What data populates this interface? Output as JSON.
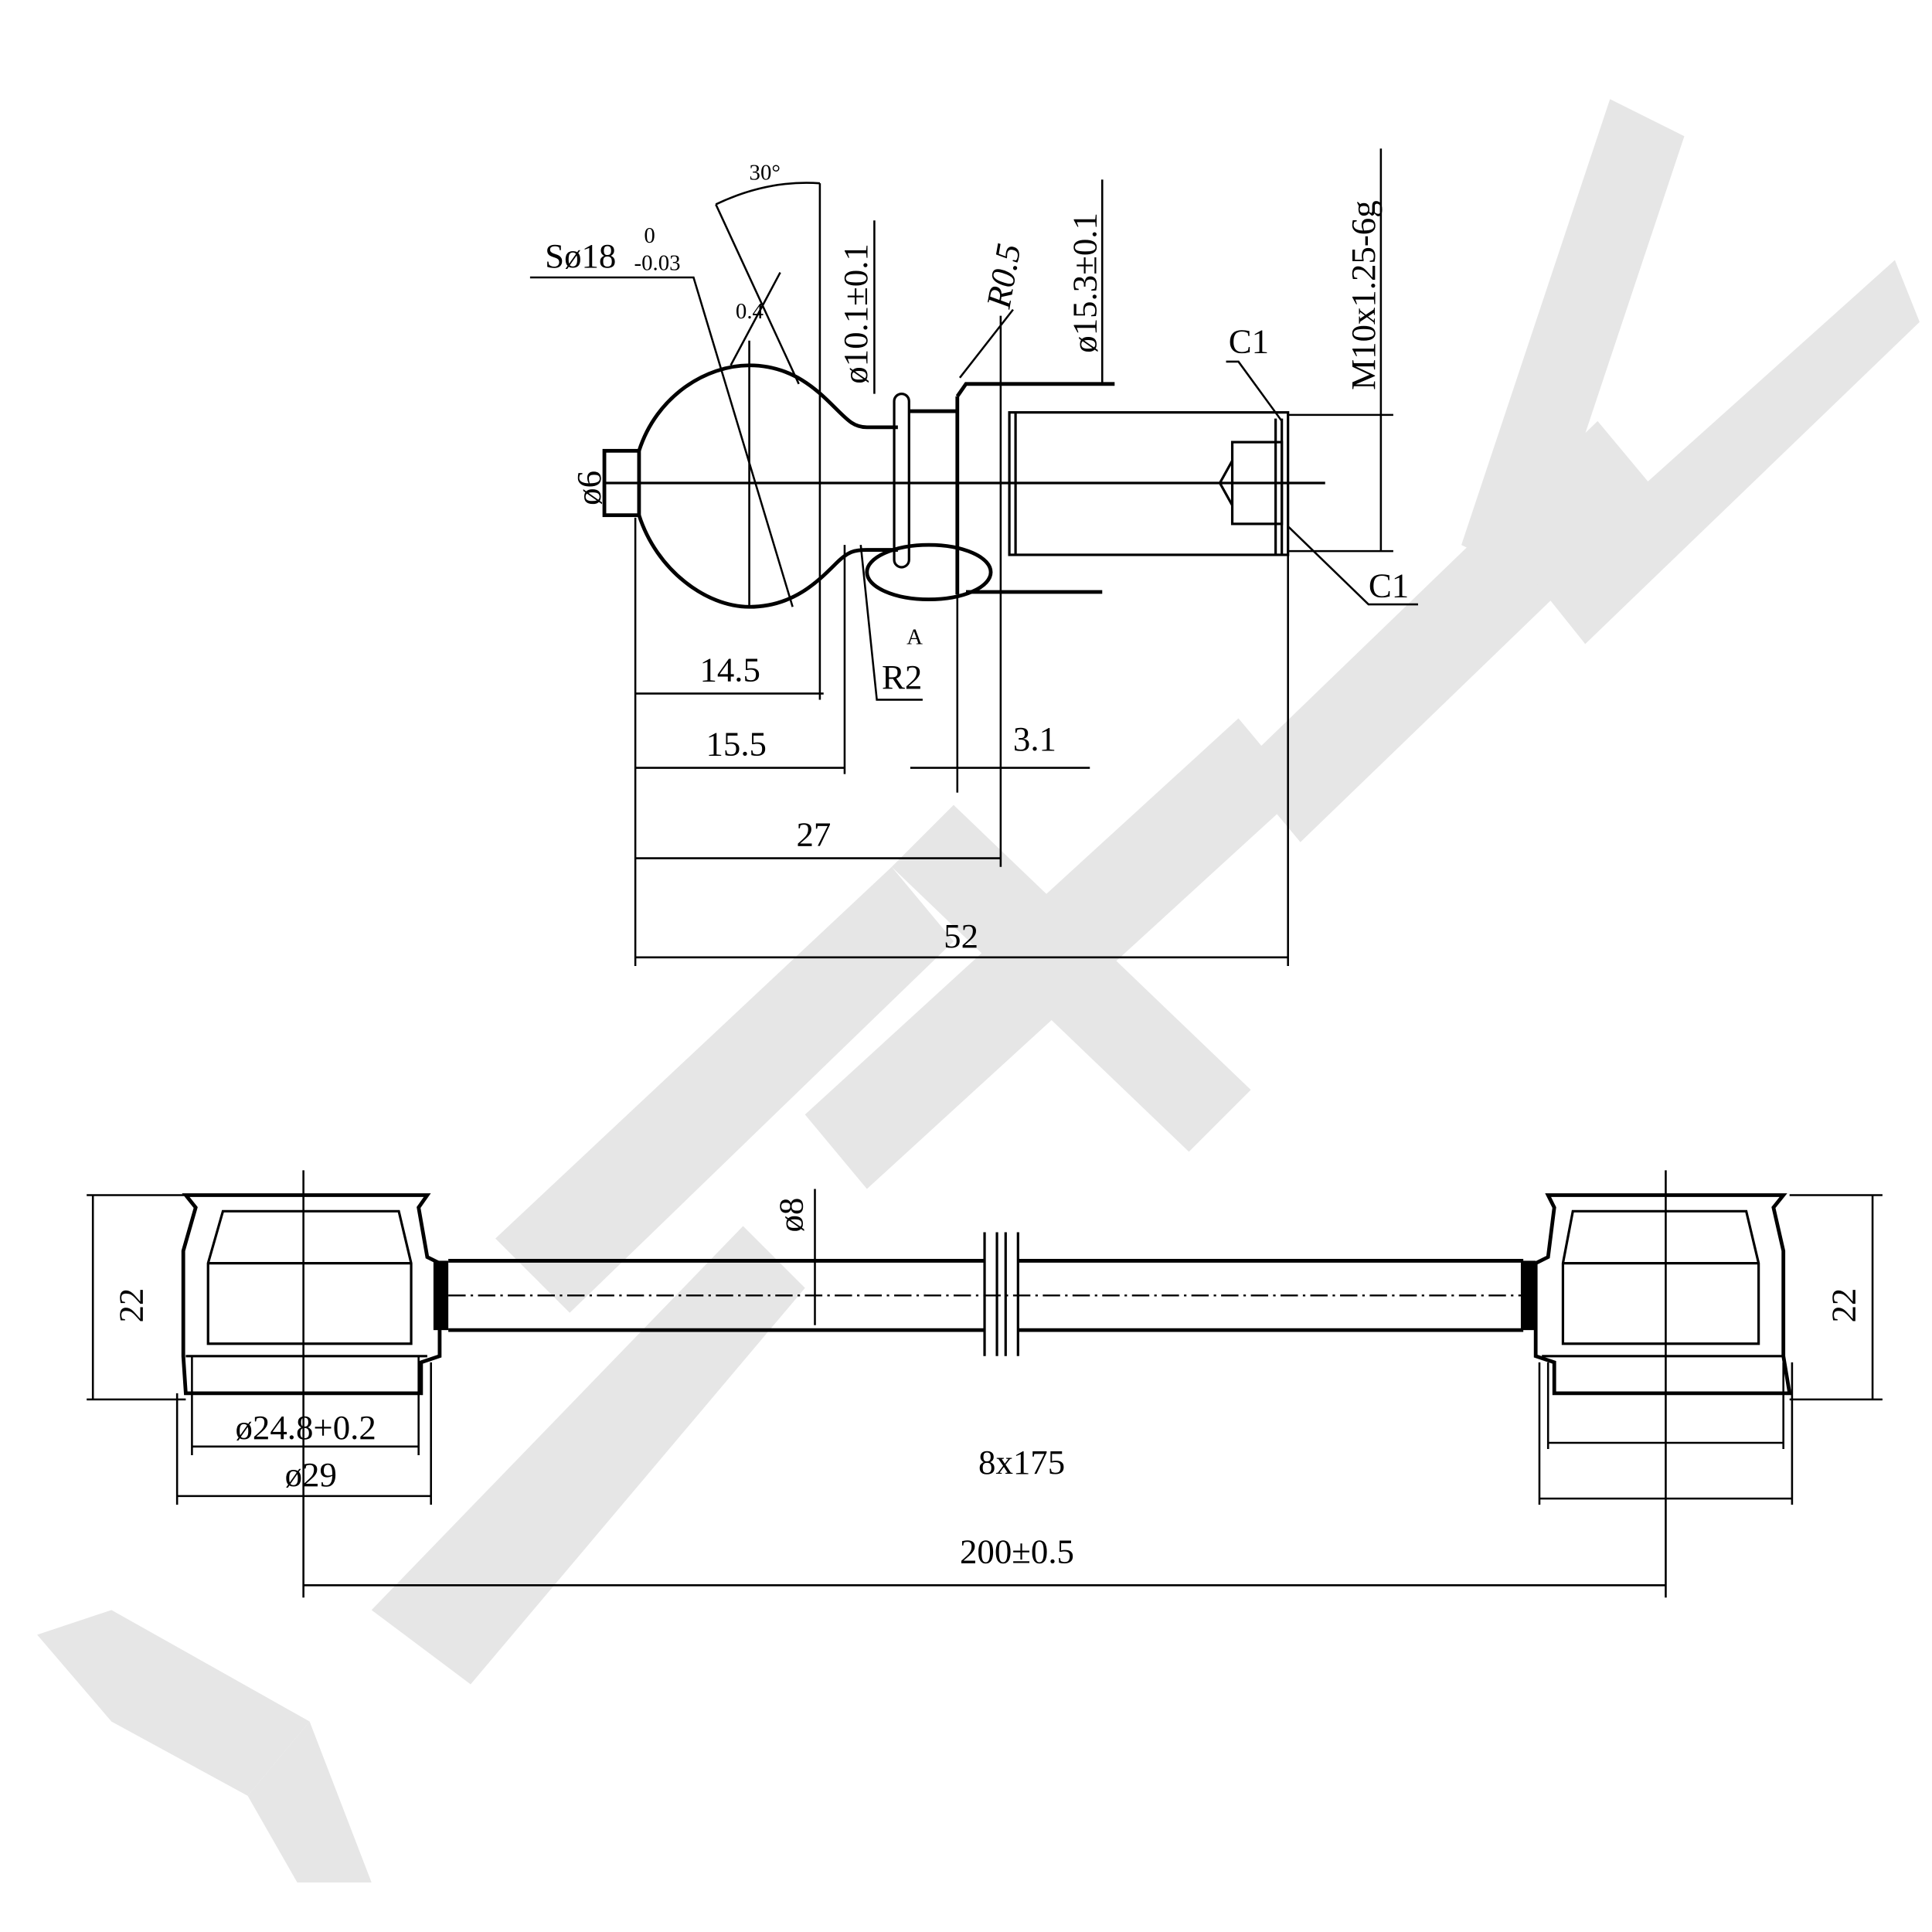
{
  "watermark": "ZENIMEK",
  "colors": {
    "line": "#000000",
    "watermark": "#e6e6e6",
    "background": "#ffffff"
  },
  "ball_stud": {
    "sphere": "Sø18",
    "sphere_tol_upper": "0",
    "sphere_tol_lower": "-0.03",
    "angle": "30°",
    "offset": "0.4",
    "neck_dia": "ø10.1±0.1",
    "radius_small": "R0.5",
    "collar_dia": "ø15.3±0.1",
    "thread": "M10x1.25-6g",
    "chamfer_top": "C1",
    "chamfer_bottom": "C1",
    "end_dia": "ø6",
    "detail_label": "A",
    "radius_neck": "R2",
    "dim_14_5": "14.5",
    "dim_15_5": "15.5",
    "dim_3_1": "3.1",
    "dim_27": "27",
    "dim_52": "52"
  },
  "link": {
    "height_left": "22",
    "height_right": "22",
    "rod_dia": "ø8",
    "socket_inner": "ø24.8+0.2",
    "socket_outer": "ø29",
    "rod_spec": "8x175",
    "length": "200±0.5"
  }
}
